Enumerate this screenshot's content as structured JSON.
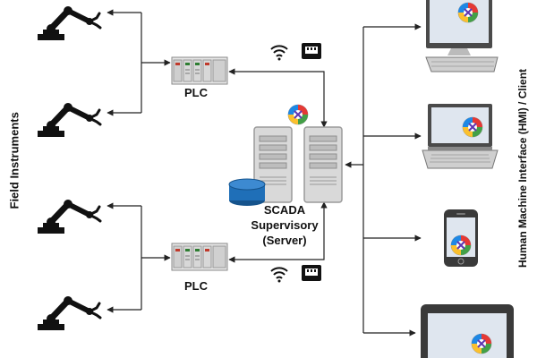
{
  "diagram": {
    "left_axis_label": "Field Instruments",
    "right_axis_label": "Human Machine Interface (HMI) / Client",
    "plc_top_label": "PLC",
    "plc_bottom_label": "PLC",
    "server_label_line1": "SCADA",
    "server_label_line2": "Supervisory",
    "server_label_line3": "(Server)"
  },
  "colors": {
    "robot": "#111111",
    "server_fill": "#d9d9d9",
    "server_stroke": "#9a9a9a",
    "database": "#1f6fb8",
    "line": "#222222",
    "screen": "#dfe6ef",
    "device_frame": "#4a4a4a"
  },
  "icons": [
    "robot-arm-icon",
    "plc-icon",
    "wifi-icon",
    "ethernet-icon",
    "server-icon",
    "database-icon",
    "logo-icon",
    "desktop-icon",
    "laptop-icon",
    "phone-icon",
    "tablet-icon"
  ]
}
